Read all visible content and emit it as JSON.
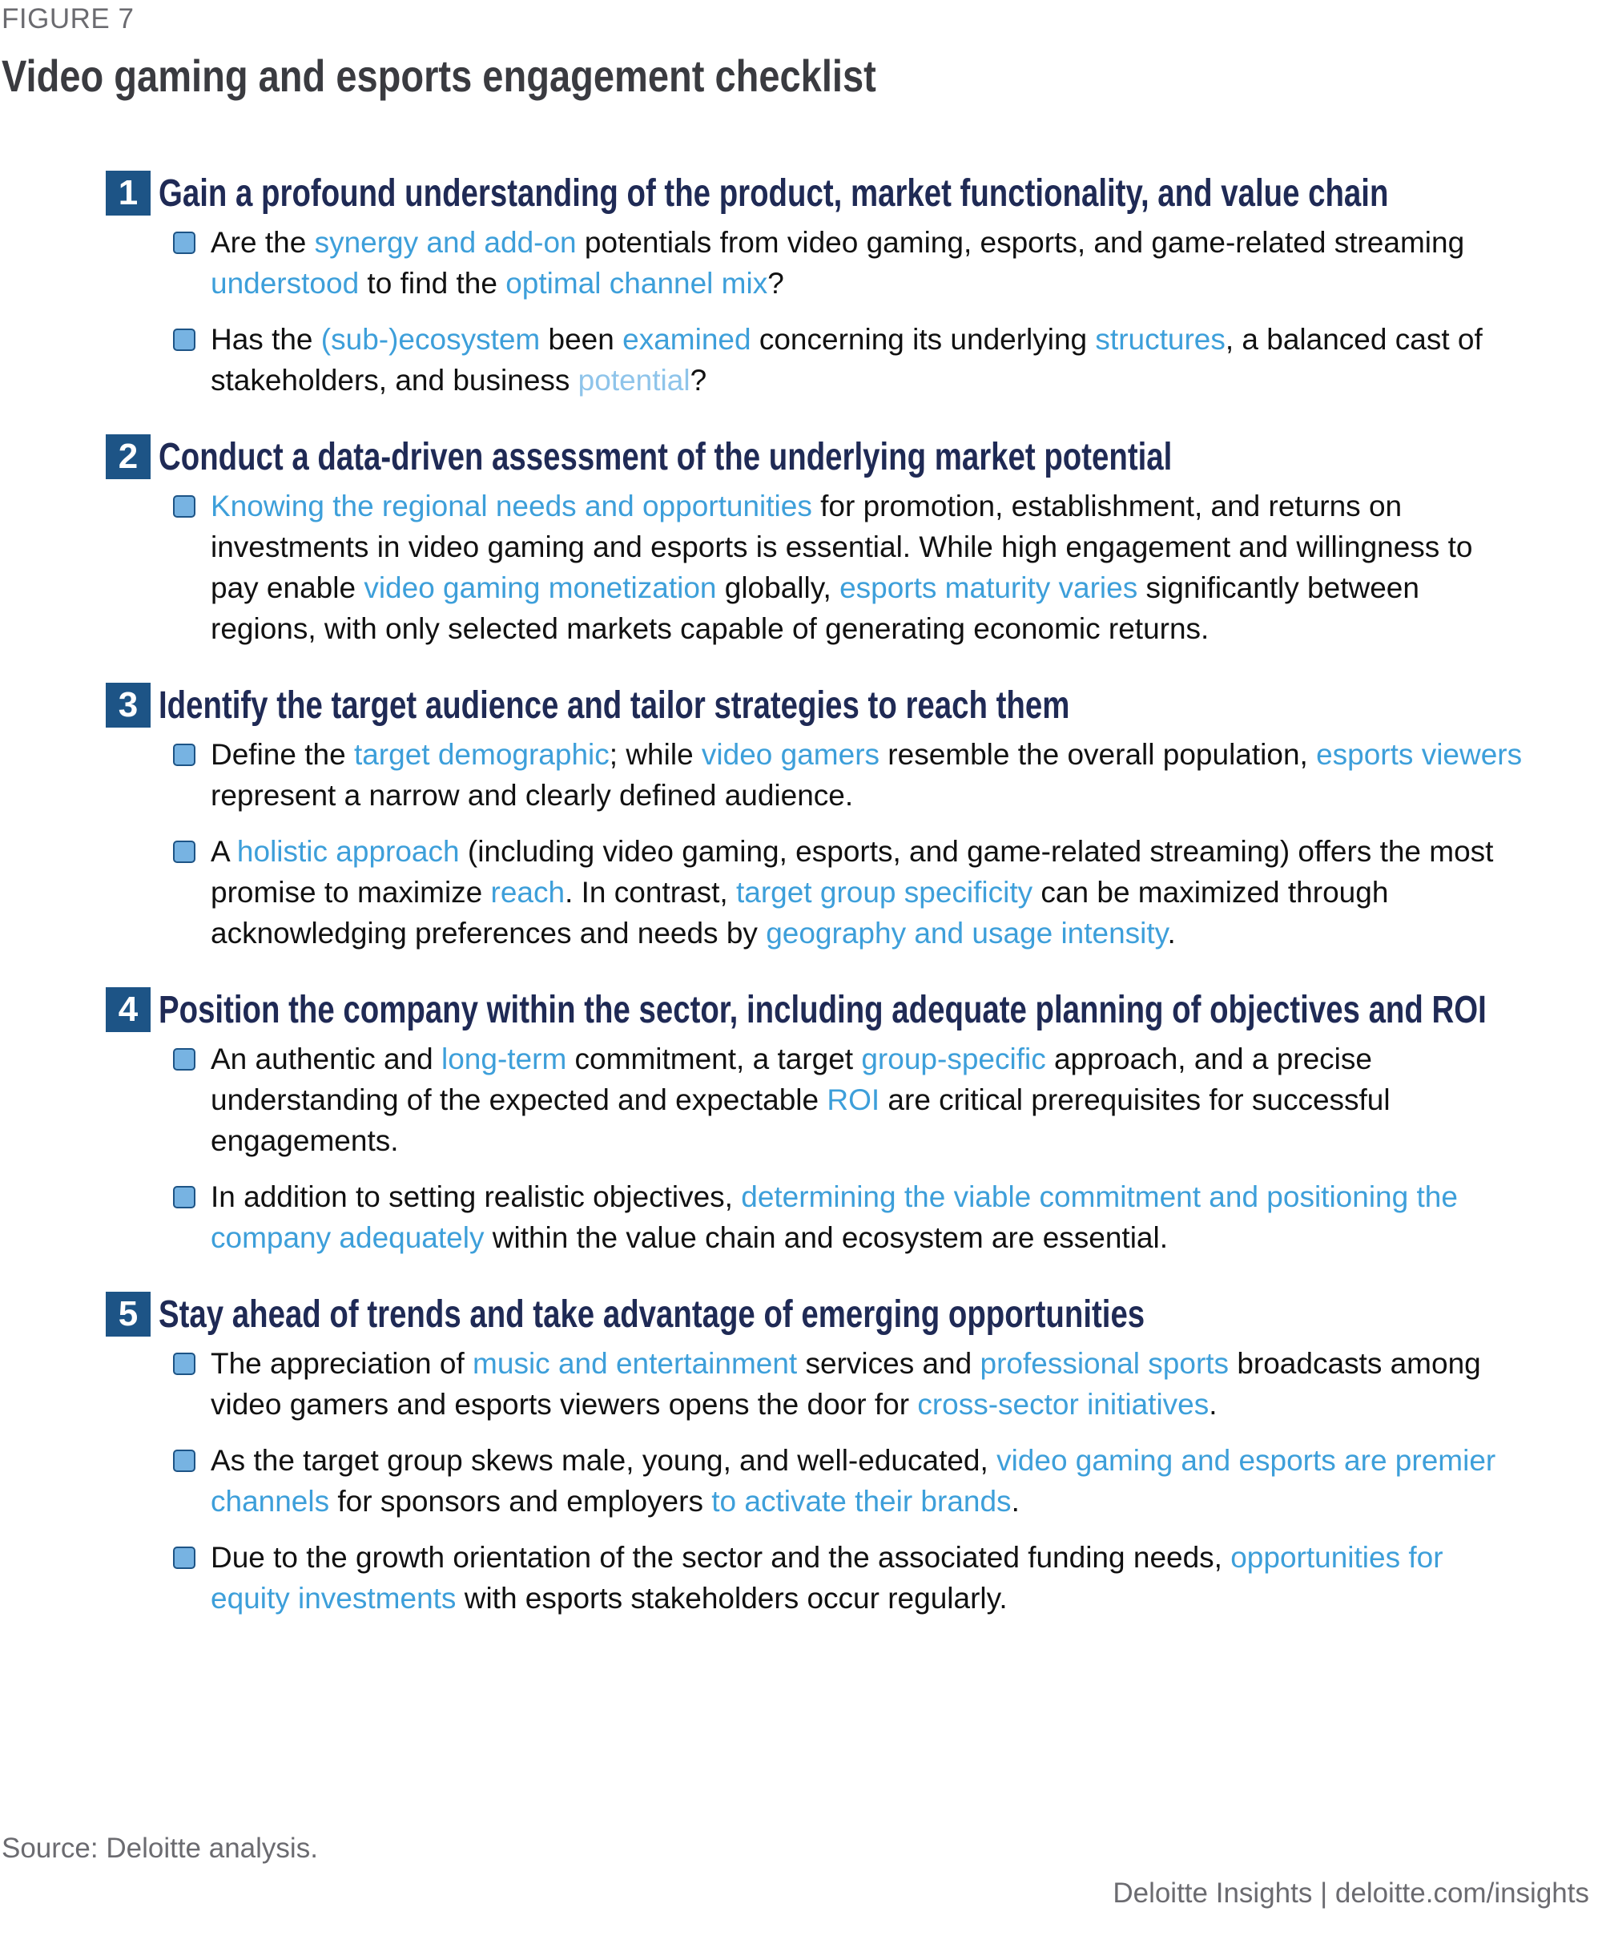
{
  "figure_label": "FIGURE 7",
  "title": "Video gaming and esports engagement checklist",
  "colors": {
    "box": "#1d5486",
    "heading": "#1f2a55",
    "link": "#3d9fda",
    "bullet": "#77b3e2"
  },
  "sections": [
    {
      "number": "1",
      "title": "Gain a profound understanding of the product, market functionality, and value chain",
      "items": [
        [
          {
            "t": "Are the "
          },
          {
            "t": "synergy and add-on",
            "link": true
          },
          {
            "t": " potentials from video gaming, esports, and game-related streaming "
          },
          {
            "t": "understood",
            "link": true
          },
          {
            "t": " to find the "
          },
          {
            "t": "optimal channel mix",
            "link": true
          },
          {
            "t": "?"
          }
        ],
        [
          {
            "t": "Has the "
          },
          {
            "t": "(sub-)ecosystem",
            "link": true
          },
          {
            "t": " been "
          },
          {
            "t": "examined",
            "link": true
          },
          {
            "t": " concerning its underlying "
          },
          {
            "t": "structures",
            "link": true
          },
          {
            "t": ", a balanced cast of stakeholders, and business "
          },
          {
            "t": "potential",
            "link": true,
            "light": true
          },
          {
            "t": "?"
          }
        ]
      ]
    },
    {
      "number": "2",
      "title": "Conduct a data-driven assessment of the underlying market potential",
      "items": [
        [
          {
            "t": "Knowing the regional needs and opportunities",
            "link": true
          },
          {
            "t": " for promotion, establishment, and returns on investments in video gaming and esports is essential. While high engagement and willingness to pay enable "
          },
          {
            "t": "video gaming monetization",
            "link": true
          },
          {
            "t": " globally, "
          },
          {
            "t": "esports maturity varies",
            "link": true
          },
          {
            "t": " significantly between regions, with only selected markets capable of generating economic returns."
          }
        ]
      ]
    },
    {
      "number": "3",
      "title": "Identify the target audience and tailor strategies to reach them",
      "items": [
        [
          {
            "t": "Define the "
          },
          {
            "t": "target demographic",
            "link": true
          },
          {
            "t": "; while "
          },
          {
            "t": "video gamers",
            "link": true
          },
          {
            "t": " resemble the overall population, "
          },
          {
            "t": "esports viewers",
            "link": true
          },
          {
            "t": " represent a narrow and clearly defined audience."
          }
        ],
        [
          {
            "t": "A "
          },
          {
            "t": "holistic approach",
            "link": true
          },
          {
            "t": " (including video gaming, esports, and game-related streaming) offers the most promise to maximize "
          },
          {
            "t": "reach",
            "link": true
          },
          {
            "t": ". In contrast, "
          },
          {
            "t": "target group specificity",
            "link": true
          },
          {
            "t": " can be maximized through acknowledging preferences and needs by "
          },
          {
            "t": "geography and usage intensity",
            "link": true
          },
          {
            "t": "."
          }
        ]
      ]
    },
    {
      "number": "4",
      "title": "Position the company within the sector, including adequate planning of objectives and ROI",
      "items": [
        [
          {
            "t": "An authentic and "
          },
          {
            "t": "long-term",
            "link": true
          },
          {
            "t": " commitment, a target "
          },
          {
            "t": "group-specific",
            "link": true
          },
          {
            "t": " approach, and a precise understanding of the expected and expectable "
          },
          {
            "t": "ROI",
            "link": true
          },
          {
            "t": " are critical prerequisites for successful engagements."
          }
        ],
        [
          {
            "t": "In addition to setting realistic objectives, "
          },
          {
            "t": "determining the viable commitment and positioning the company adequately",
            "link": true
          },
          {
            "t": " within the value chain and ecosystem are essential."
          }
        ]
      ]
    },
    {
      "number": "5",
      "title": "Stay ahead of trends and take advantage of emerging opportunities",
      "items": [
        [
          {
            "t": "The appreciation of "
          },
          {
            "t": "music and entertainment",
            "link": true
          },
          {
            "t": " services and "
          },
          {
            "t": "professional sports",
            "link": true
          },
          {
            "t": " broadcasts among video gamers and esports viewers opens the door for "
          },
          {
            "t": "cross-sector initiatives",
            "link": true
          },
          {
            "t": "."
          }
        ],
        [
          {
            "t": "As the target group skews male, young, and well-educated, "
          },
          {
            "t": "video gaming and esports are premier channels",
            "link": true
          },
          {
            "t": " for sponsors and employers "
          },
          {
            "t": "to activate their brands",
            "link": true
          },
          {
            "t": "."
          }
        ],
        [
          {
            "t": "Due to the growth orientation of the sector and the associated funding needs, "
          },
          {
            "t": "opportunities for equity investments",
            "link": true
          },
          {
            "t": " with esports stakeholders occur regularly."
          }
        ]
      ]
    }
  ],
  "source": "Source: Deloitte analysis.",
  "footer": "Deloitte Insights | deloitte.com/insights"
}
